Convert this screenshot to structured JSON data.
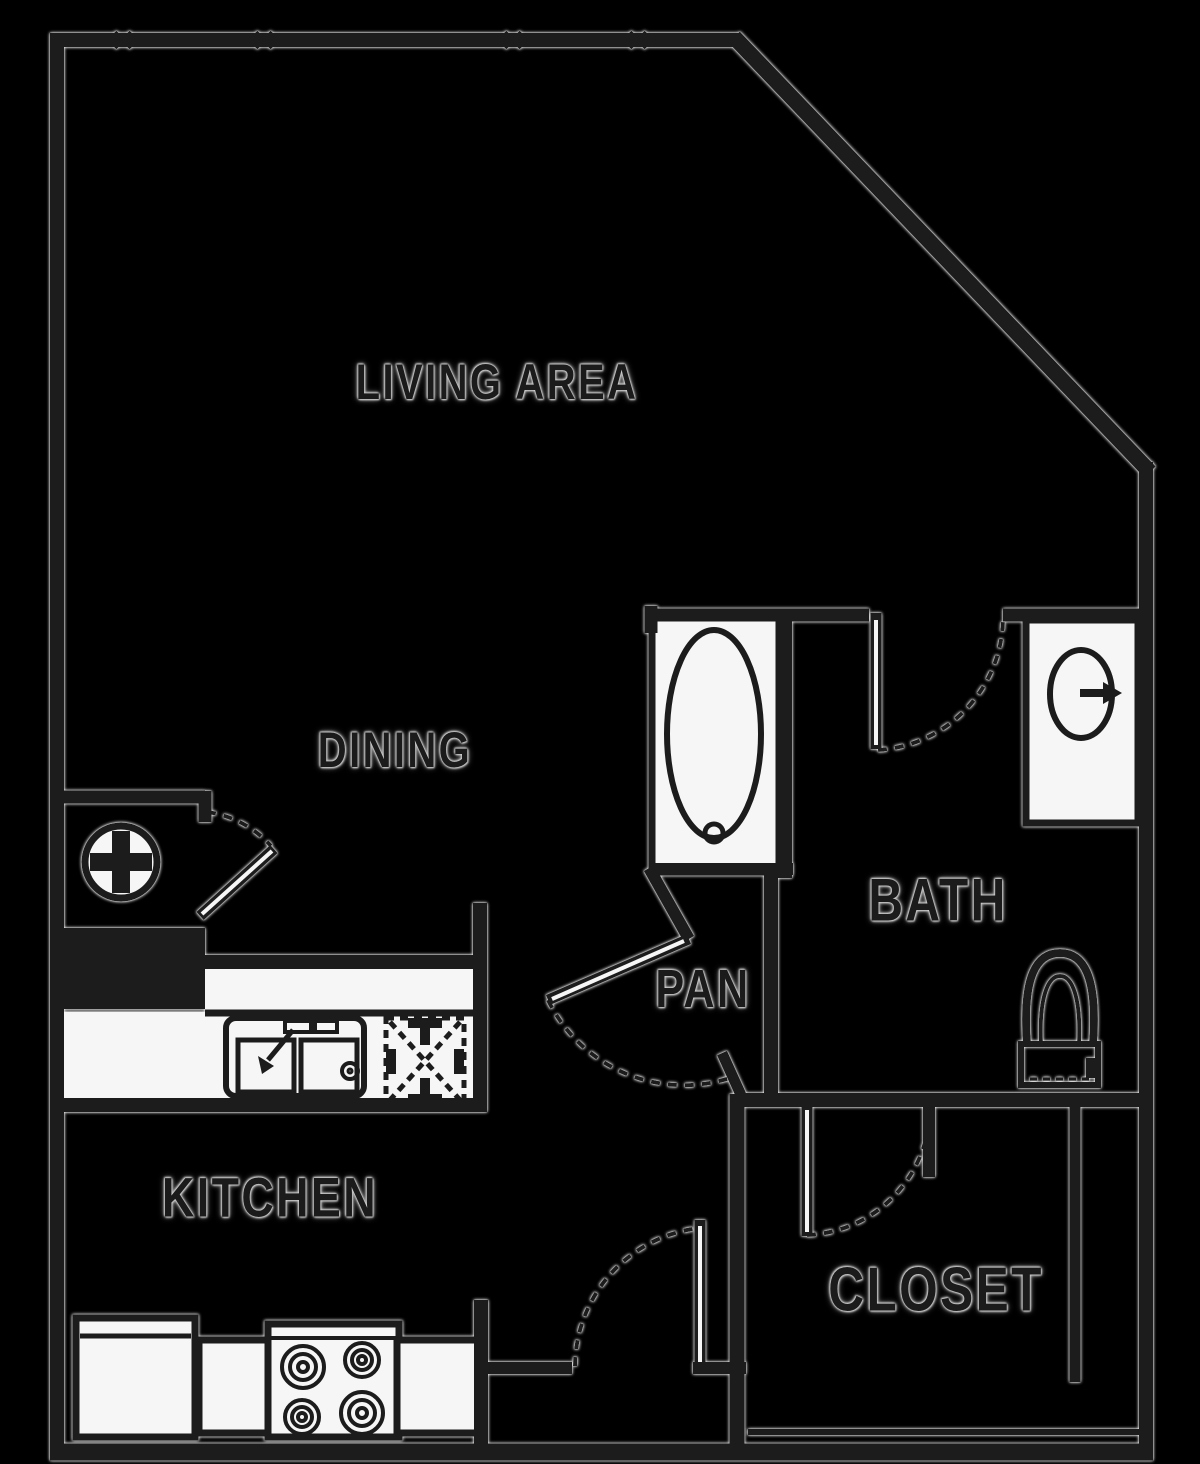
{
  "colors": {
    "background": "#000000",
    "wall": "#1c1c1c",
    "wall_halo": "#ffffff",
    "fixture_fill": "#f6f6f6",
    "label_text": "#1b1b1b"
  },
  "rooms": {
    "living": {
      "label": "LIVING AREA"
    },
    "dining": {
      "label": "DINING"
    },
    "bath": {
      "label": "BATH"
    },
    "pantry": {
      "label": "PAN"
    },
    "kitchen": {
      "label": "KITCHEN"
    },
    "closet": {
      "label": "CLOSET"
    }
  },
  "fixtures": [
    {
      "name": "bathtub-icon",
      "shape": "rect+ellipse+drain"
    },
    {
      "name": "vanity-sink-icon",
      "shape": "rect+oval+faucet-arrow"
    },
    {
      "name": "toilet-icon",
      "shape": "arch-bowl+tank"
    },
    {
      "name": "washer-icon",
      "shape": "circle+cross"
    },
    {
      "name": "kitchen-sink-icon",
      "shape": "double-basin+faucet"
    },
    {
      "name": "dishwasher-icon",
      "shape": "dashed-x-box"
    },
    {
      "name": "range-icon",
      "shape": "rect+4-burners"
    },
    {
      "name": "refrigerator-icon",
      "shape": "rect"
    },
    {
      "name": "door-swing-icon",
      "shape": "leaf+dashed-arc",
      "count": 5
    },
    {
      "name": "wall-break-icon",
      "shape": "x-mark",
      "count": 4
    }
  ]
}
